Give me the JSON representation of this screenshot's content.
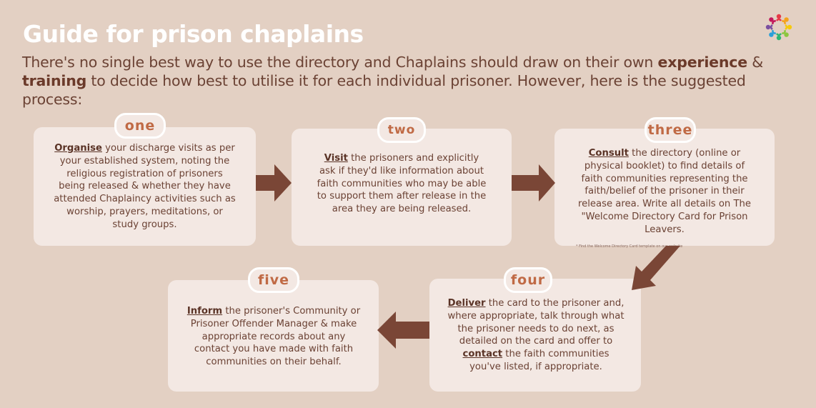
{
  "header": {
    "title": "Guide for prison chaplains",
    "intro_a": "There's no single best way to use the directory and Chaplains should draw on their own ",
    "intro_b1": "experience",
    "intro_c": " & ",
    "intro_b2": "training",
    "intro_d": " to decide how best to utilise it for each individual prisoner. However, here is the suggested process:"
  },
  "steps": [
    {
      "label": "one",
      "keyword": "Organise",
      "text": " your discharge visits as per your established system, noting the religious registration of prisoners being released & whether they have attended Chaplaincy activities such as worship, prayers, meditations, or study groups."
    },
    {
      "label": "two",
      "keyword": "Visit",
      "text": " the prisoners and explicitly ask if they'd like information about faith communities who may be able to support them after release in the area they are being released."
    },
    {
      "label": "three",
      "keyword": "Consult",
      "text": " the directory (online or physical booklet) to find details of faith communities representing the faith/belief of the prisoner in their release area. Write all details on The \"Welcome Directory Card for Prison Leavers.",
      "footnote": "* Find the Welcome Directory Card template on our website"
    },
    {
      "label": "four",
      "keyword": "Deliver",
      "text": " the card to the prisoner and, where appropriate, talk through what the prisoner needs to do next, as detailed on the card and offer to ",
      "keyword2": "contact",
      "text2": " the faith communities you've listed, if appropriate."
    },
    {
      "label": "five",
      "keyword": "Inform",
      "text": " the prisoner's Community or Prisoner Offender Manager & make appropriate records about any contact you have made with faith communities on their behalf."
    }
  ],
  "colors": {
    "background": "#e3d0c3",
    "card": "#f3e8e3",
    "arrow": "#7a4636",
    "label": "#c06a45",
    "title": "#ffffff"
  }
}
